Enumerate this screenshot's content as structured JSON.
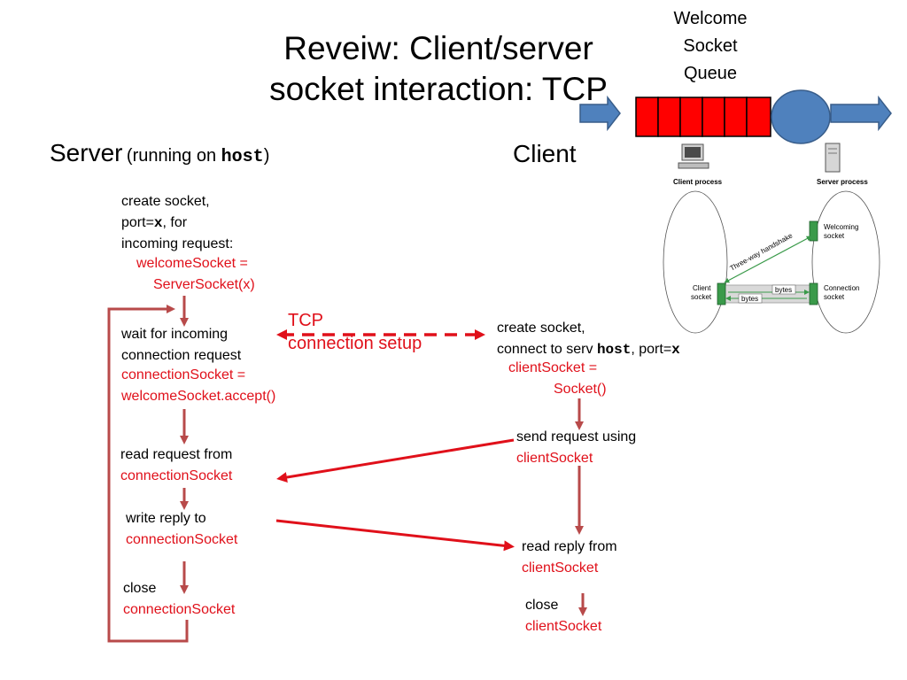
{
  "title": {
    "line1": "Reveiw: Client/server",
    "line2": "socket interaction: TCP"
  },
  "queue": {
    "line1": "Welcome",
    "line2": "Socket",
    "line3": "Queue"
  },
  "server_header": {
    "main": "Server",
    "paren_open": "(running on ",
    "host": "host",
    "paren_close": ")"
  },
  "client_header": "Client",
  "server": {
    "create": {
      "line1": "create socket,",
      "line2a": "port=",
      "line2b": "x",
      "line2c": ", for",
      "line3": "incoming request:"
    },
    "create_code": {
      "line1": "welcomeSocket =",
      "line2": "ServerSocket(x)"
    },
    "wait": {
      "line1": "wait for incoming",
      "line2": "connection request"
    },
    "wait_code": {
      "line1": "connectionSocket =",
      "line2": "welcomeSocket.accept()"
    },
    "read": {
      "line1": "read request from",
      "line2": "connectionSocket"
    },
    "write": {
      "line1": "write reply to",
      "line2": "connectionSocket"
    },
    "close": {
      "line1": "close",
      "line2": "connectionSocket"
    }
  },
  "tcp_setup": {
    "line1": "TCP",
    "line2": "connection setup"
  },
  "client": {
    "create": {
      "line1": "create socket,",
      "line2a": "connect to serv ",
      "line2b": "host",
      "line2c": ", port=",
      "line2d": "x"
    },
    "create_code": {
      "line1": "clientSocket =",
      "line2": "Socket()"
    },
    "send": {
      "line1": "send request using",
      "line2": "clientSocket"
    },
    "read": {
      "line1": "read reply from",
      "line2": "clientSocket"
    },
    "close": {
      "line1": "close",
      "line2": "clientSocket"
    }
  },
  "inset": {
    "client_process": "Client process",
    "server_process": "Server process",
    "welcoming_socket_1": "Welcoming",
    "welcoming_socket_2": "socket",
    "client_socket_1": "Client",
    "client_socket_2": "socket",
    "connection_socket_1": "Connection",
    "connection_socket_2": "socket",
    "handshake": "Three-way handshake",
    "bytes_1": "bytes",
    "bytes_2": "bytes"
  },
  "colors": {
    "red_text": "#e0101a",
    "flow_arrow": "#b84a4a",
    "queue_red": "#ff0000",
    "queue_blue": "#4f81bd",
    "socket_green": "#3a9a4a"
  }
}
